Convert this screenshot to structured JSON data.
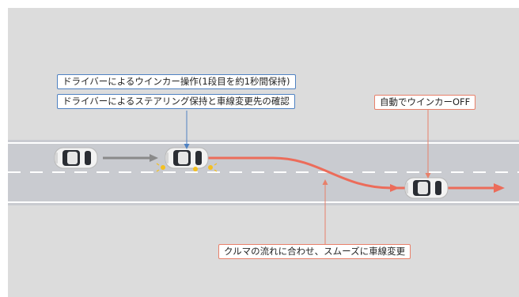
{
  "colors": {
    "background": "#dcdcdc",
    "road": "#c9cbd0",
    "road_edge": "#ffffff",
    "lane_dash": "#ffffff",
    "driver_arrow": "#8a8a8a",
    "auto_path": "#ec6c5a",
    "blue_callout": "#4f82c2",
    "orange_callout": "#e8806a",
    "indicator": "#f4c020",
    "car_body": "#f2f2f2",
    "car_glass": "#2a2d33"
  },
  "callouts": {
    "driver_blinker": "ドライバーによるウインカー操作(1段目を約1秒間保持)",
    "driver_steering": "ドライバーによるステアリング保持と車線変更先の確認",
    "auto_blinker_off": "自動でウインカーOFF",
    "smooth_lane_change": "クルマの流れに合わせ、スムーズに車線変更"
  }
}
